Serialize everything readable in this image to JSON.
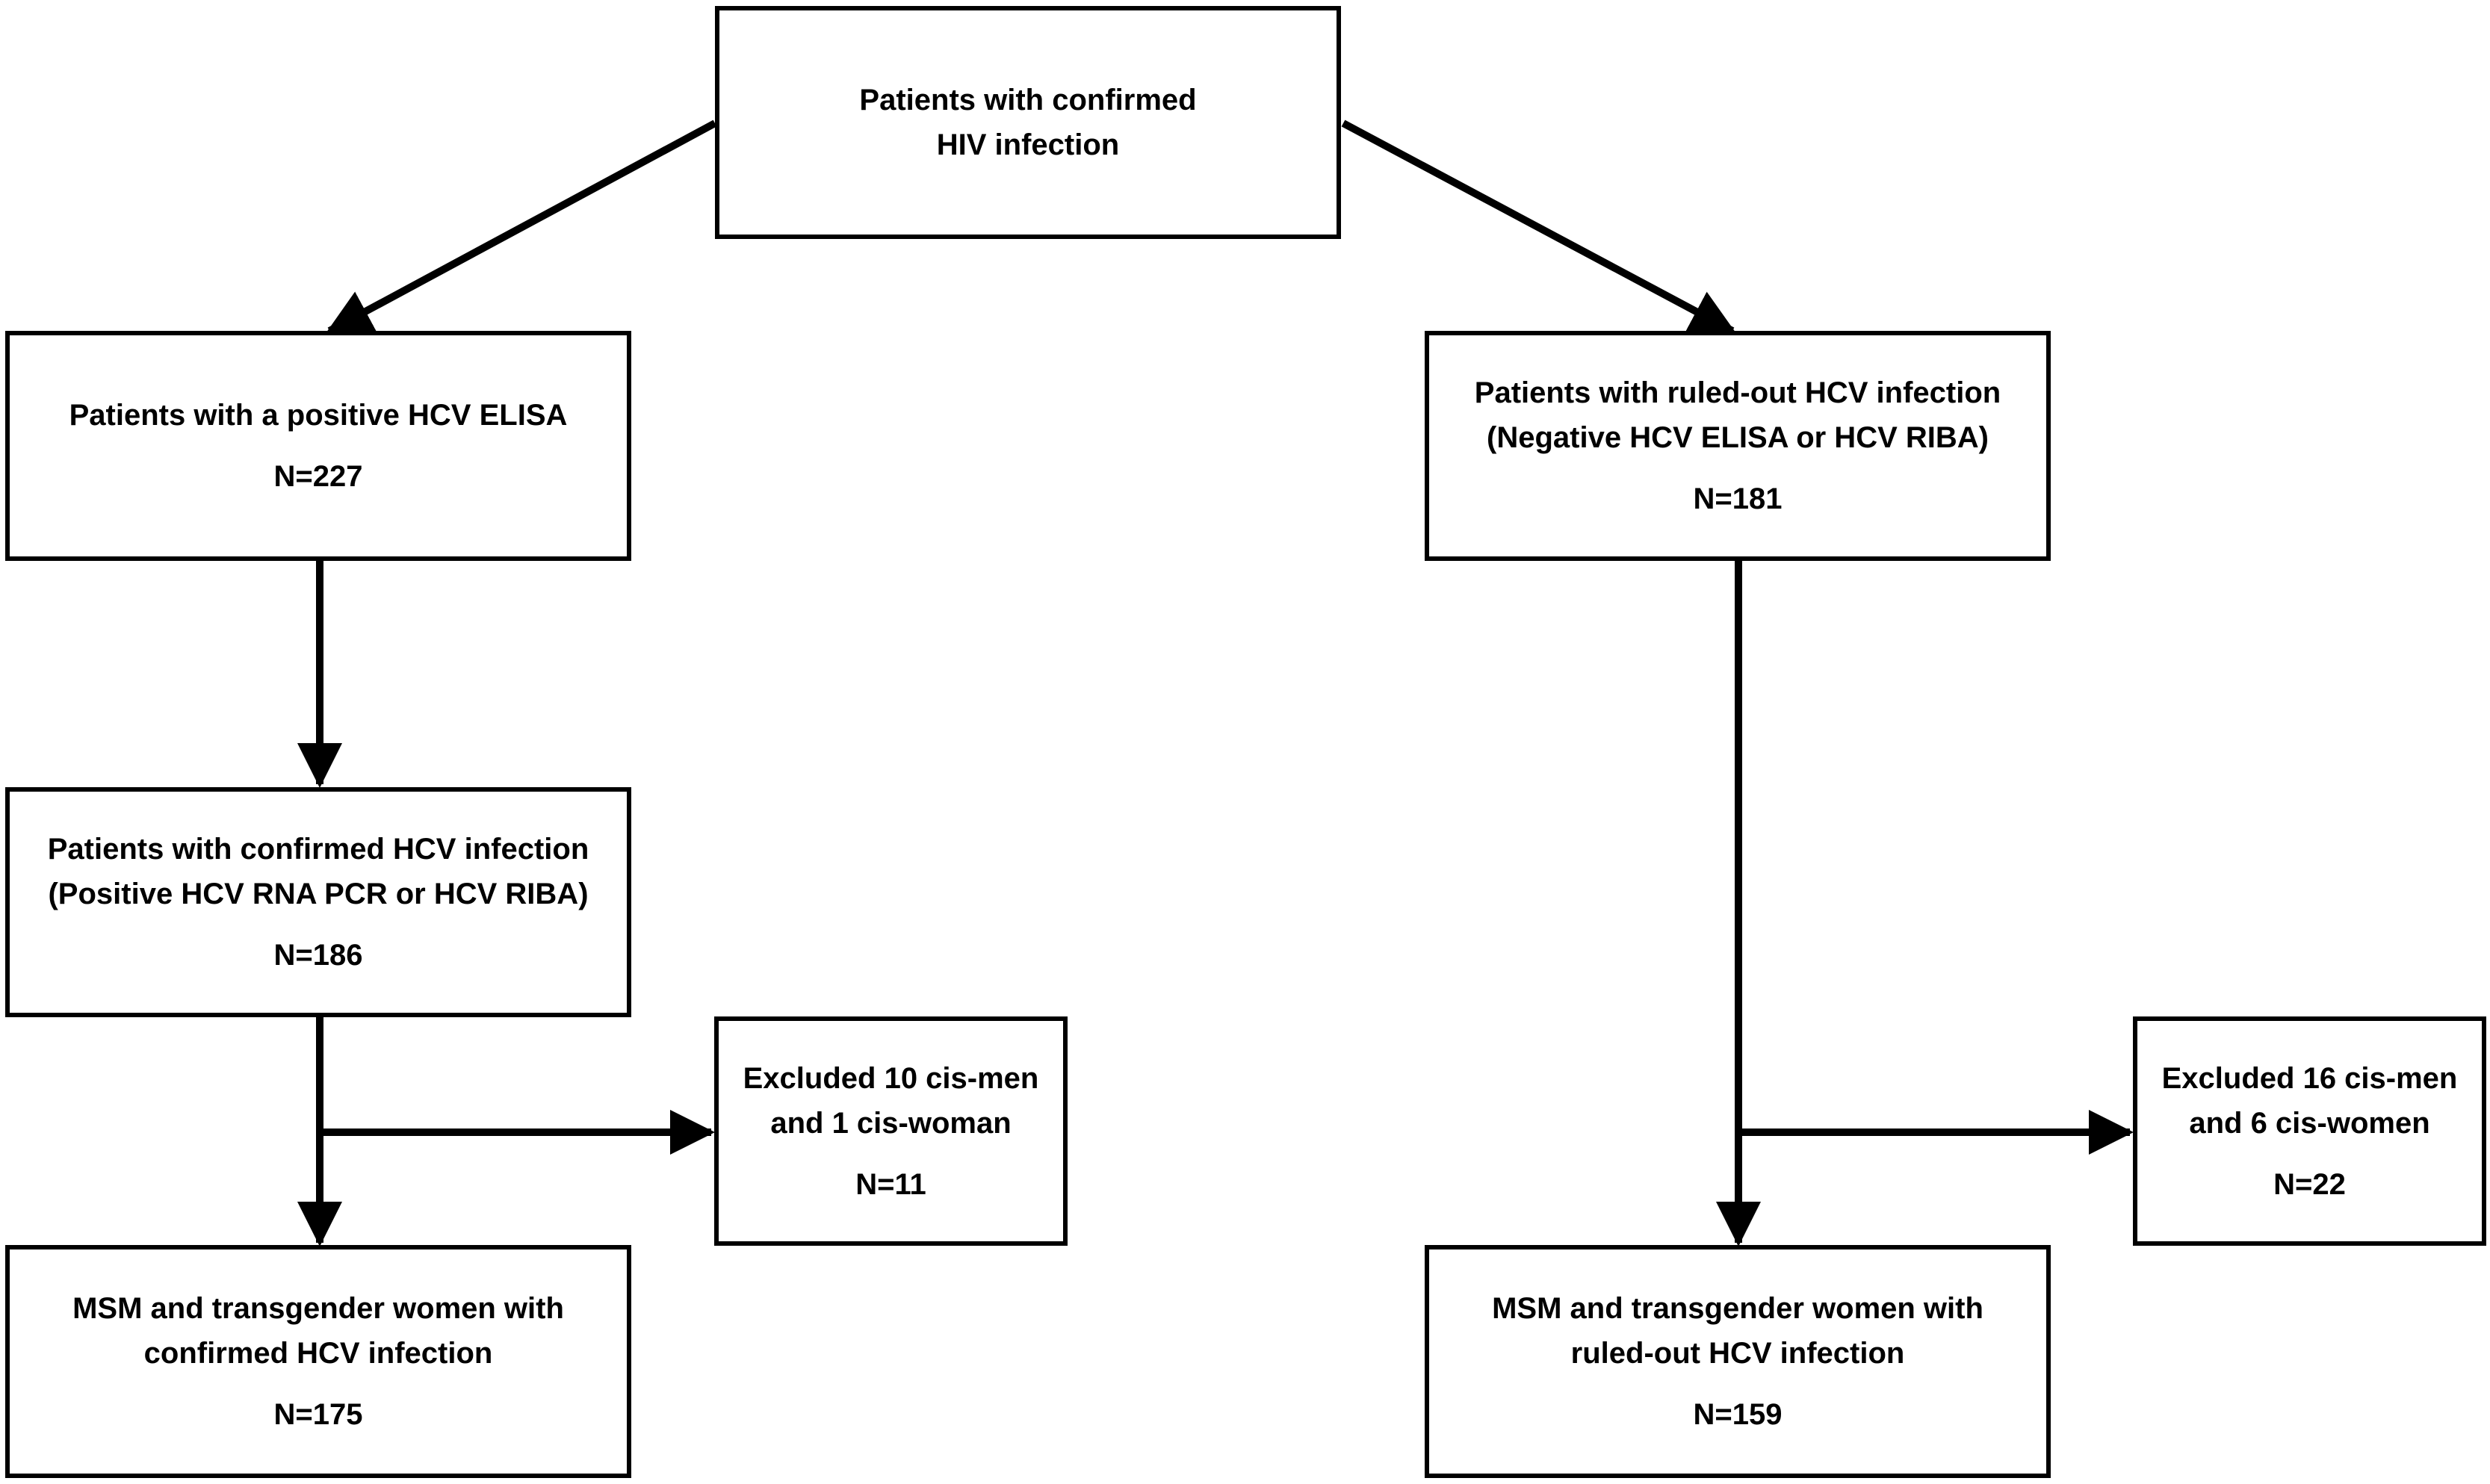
{
  "boxes": {
    "hiv": {
      "lines": [
        "Patients with confirmed",
        "HIV infection"
      ]
    },
    "elisa_positive": {
      "lines": [
        "Patients with a positive HCV ELISA"
      ],
      "n": "N=227"
    },
    "ruled_out": {
      "lines": [
        "Patients with ruled-out HCV infection",
        "(Negative HCV ELISA or HCV RIBA)"
      ],
      "n": "N=181"
    },
    "confirmed_hcv": {
      "lines": [
        "Patients with confirmed HCV infection",
        "(Positive HCV RNA PCR or HCV RIBA)"
      ],
      "n": "N=186"
    },
    "excluded_left": {
      "lines": [
        "Excluded 10 cis-men",
        "and 1 cis-woman"
      ],
      "n": "N=11"
    },
    "excluded_right": {
      "lines": [
        "Excluded 16 cis-men",
        "and 6 cis-women"
      ],
      "n": "N=22"
    },
    "msm_confirmed": {
      "lines": [
        "MSM and transgender women with",
        "confirmed HCV infection"
      ],
      "n": "N=175"
    },
    "msm_ruled_out": {
      "lines": [
        "MSM and transgender women with",
        "ruled-out HCV infection"
      ],
      "n": "N=159"
    }
  },
  "colors": {
    "stroke": "#000000",
    "background": "#ffffff"
  }
}
